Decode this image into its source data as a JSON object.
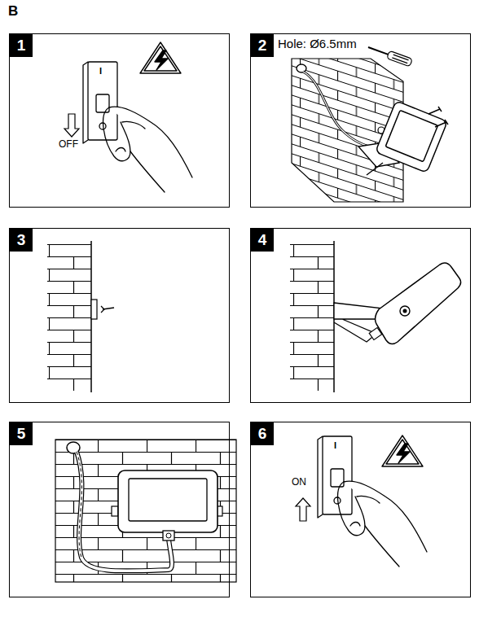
{
  "diagram": {
    "title": "B",
    "nodes": [
      {
        "text": [
          "1"
        ]
      },
      {
        "text": [
          "2"
        ]
      },
      {
        "text": [
          "3"
        ]
      },
      {
        "text": [
          "4"
        ]
      },
      {
        "text": [
          "5"
        ]
      },
      {
        "text": [
          "6"
        ]
      }
    ],
    "labels": [
      "I",
      "OFF",
      "Hole: Ø6.5mm",
      "ON",
      "I"
    ]
  }
}
